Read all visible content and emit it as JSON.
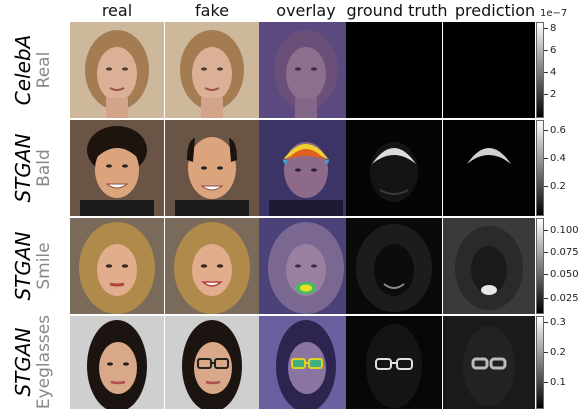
{
  "columns": [
    "real",
    "fake",
    "overlay",
    "ground truth",
    "prediction"
  ],
  "rows": [
    {
      "method": "CelebA",
      "attribute": "Real",
      "colorbar": {
        "exponent": "1e−7",
        "ticks": [
          "8",
          "6",
          "4",
          "2"
        ]
      }
    },
    {
      "method": "STGAN",
      "attribute": "Bald",
      "colorbar": {
        "exponent": "",
        "ticks": [
          "0.6",
          "0.4",
          "0.2"
        ]
      }
    },
    {
      "method": "STGAN",
      "attribute": "Smile",
      "colorbar": {
        "exponent": "",
        "ticks": [
          "0.100",
          "0.075",
          "0.050",
          "0.025"
        ]
      }
    },
    {
      "method": "STGAN",
      "attribute": "Eyeglasses",
      "colorbar": {
        "exponent": "",
        "ticks": [
          "0.3",
          "0.2",
          "0.1"
        ]
      }
    }
  ],
  "colors": {
    "blonde_hair": "#a88050",
    "dark_hair": "#2a1a14",
    "curly_hair": "#b08a4a",
    "skin": "#d8a888",
    "overlay_tint": "#4b3c8c",
    "heat_hot": "#f0e030",
    "heat_cold": "#4080c0"
  }
}
